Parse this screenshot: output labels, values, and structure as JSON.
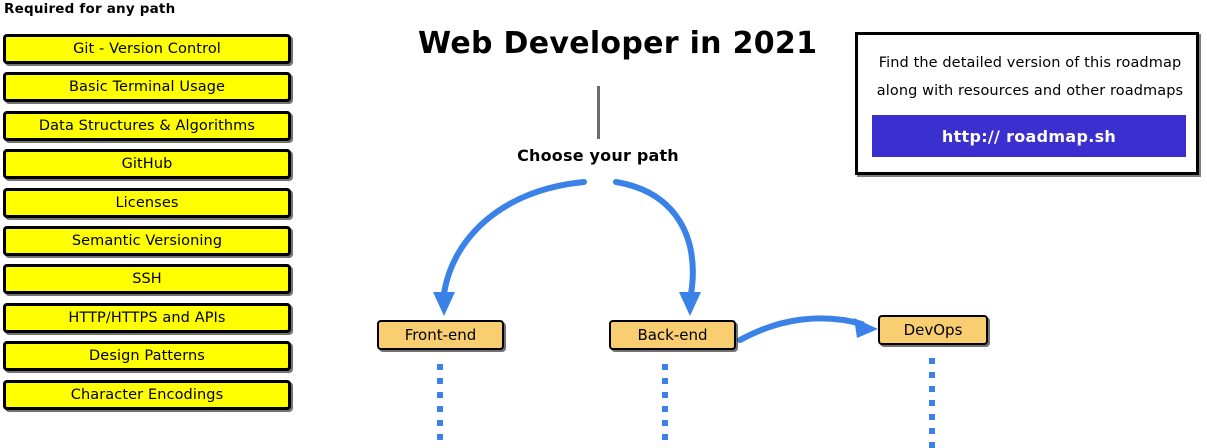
{
  "required_section": {
    "heading": "Required for any path",
    "items": [
      {
        "label": "Git - Version Control"
      },
      {
        "label": "Basic Terminal Usage"
      },
      {
        "label": "Data Structures & Algorithms"
      },
      {
        "label": "GitHub"
      },
      {
        "label": "Licenses"
      },
      {
        "label": "Semantic Versioning"
      },
      {
        "label": "SSH"
      },
      {
        "label": "HTTP/HTTPS and APIs"
      },
      {
        "label": "Design Patterns"
      },
      {
        "label": "Character Encodings"
      }
    ]
  },
  "flow": {
    "title": "Web Developer in 2021",
    "choose_label": "Choose your path",
    "nodes": [
      {
        "label": "Front-end"
      },
      {
        "label": "Back-end"
      },
      {
        "label": "DevOps"
      }
    ]
  },
  "info_card": {
    "line1": "Find the detailed version of this roadmap",
    "line2": "along with resources and other roadmaps",
    "button_label": "http:// roadmap.sh"
  },
  "colors": {
    "required_box_fill": "#ffff00",
    "path_node_fill": "#f9ce71",
    "arrow_blue": "#3b82e8",
    "link_button": "#3b2fd0",
    "stem_gray": "#6b6b6b",
    "outline": "#000000"
  }
}
